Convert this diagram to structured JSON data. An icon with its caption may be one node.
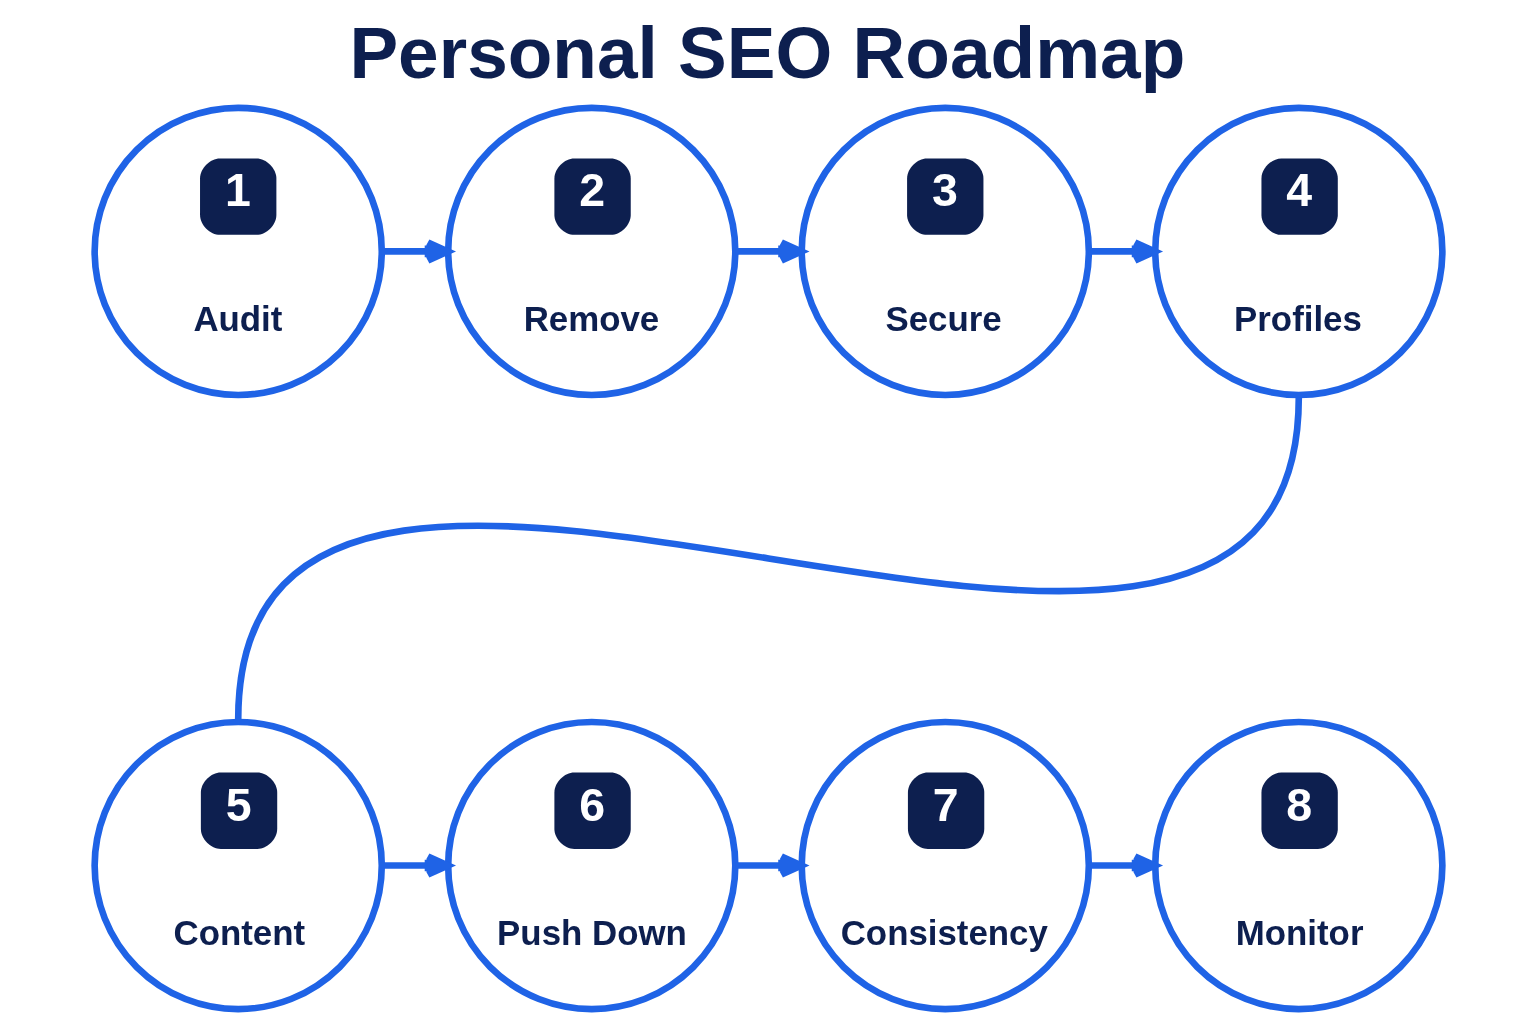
{
  "diagram": {
    "title": "Personal SEO Roadmap",
    "nodes": [
      {
        "text": [
          "1",
          "Audit"
        ]
      },
      {
        "text": [
          "2",
          "Remove"
        ]
      },
      {
        "text": [
          "3",
          "Secure"
        ]
      },
      {
        "text": [
          "4",
          "Profiles"
        ]
      },
      {
        "text": [
          "5",
          "Content"
        ]
      },
      {
        "text": [
          "6",
          "Push Down"
        ]
      },
      {
        "text": [
          "7",
          "Consistency"
        ]
      },
      {
        "text": [
          "8",
          "Monitor"
        ]
      }
    ],
    "edges": [
      {
        "from": 0,
        "to": 1,
        "arrow": "to"
      },
      {
        "from": 1,
        "to": 2,
        "arrow": "to"
      },
      {
        "from": 2,
        "to": 3,
        "arrow": "to"
      },
      {
        "from": 3,
        "to": 4,
        "arrow": "none"
      },
      {
        "from": 4,
        "to": 5,
        "arrow": "to"
      },
      {
        "from": 5,
        "to": 6,
        "arrow": "to"
      },
      {
        "from": 6,
        "to": 7,
        "arrow": "to"
      }
    ]
  }
}
